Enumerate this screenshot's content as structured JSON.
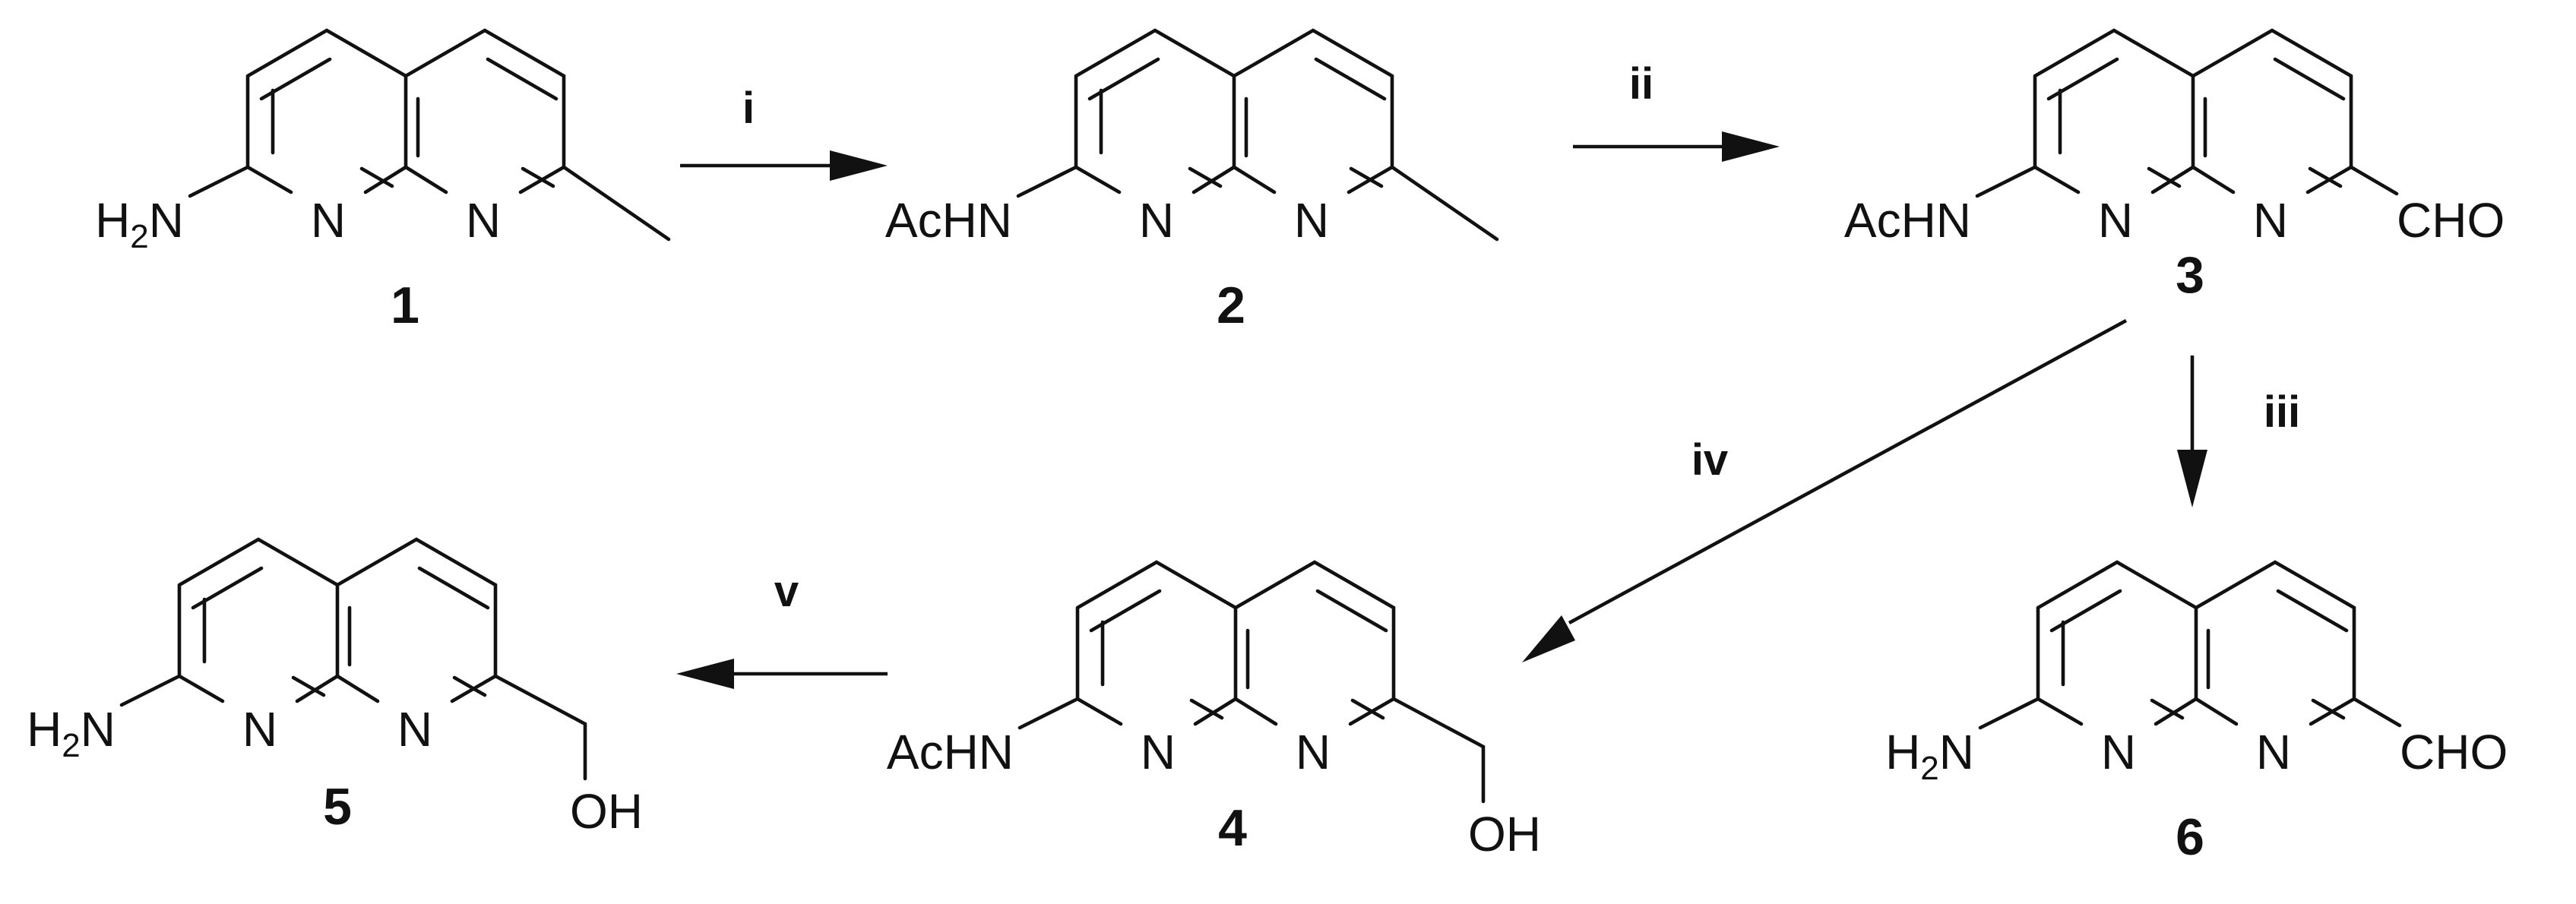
{
  "scheme": {
    "compounds": [
      {
        "label": "1",
        "left_group": "H2N",
        "left_group_parts": {
          "a": "H",
          "sub": "2",
          "b": "N"
        },
        "right_group": "CH3"
      },
      {
        "label": "2",
        "left_group": "AcHN",
        "right_group": "CH3"
      },
      {
        "label": "3",
        "left_group": "AcHN",
        "right_group": "CHO"
      },
      {
        "label": "4",
        "left_group": "AcHN",
        "right_group": "CH2OH",
        "right_group_text": "OH"
      },
      {
        "label": "5",
        "left_group": "H2N",
        "left_group_parts": {
          "a": "H",
          "sub": "2",
          "b": "N"
        },
        "right_group": "CH2OH",
        "right_group_text": "OH"
      },
      {
        "label": "6",
        "left_group": "H2N",
        "left_group_parts": {
          "a": "H",
          "sub": "2",
          "b": "N"
        },
        "right_group": "CHO"
      }
    ],
    "ring_atoms": {
      "n_left": "N",
      "n_right": "N"
    },
    "steps": [
      {
        "label": "i",
        "from": "1",
        "to": "2"
      },
      {
        "label": "ii",
        "from": "2",
        "to": "3"
      },
      {
        "label": "iii",
        "from": "3",
        "to": "6"
      },
      {
        "label": "iv",
        "from": "3",
        "to": "4"
      },
      {
        "label": "v",
        "from": "4",
        "to": "5"
      }
    ]
  }
}
